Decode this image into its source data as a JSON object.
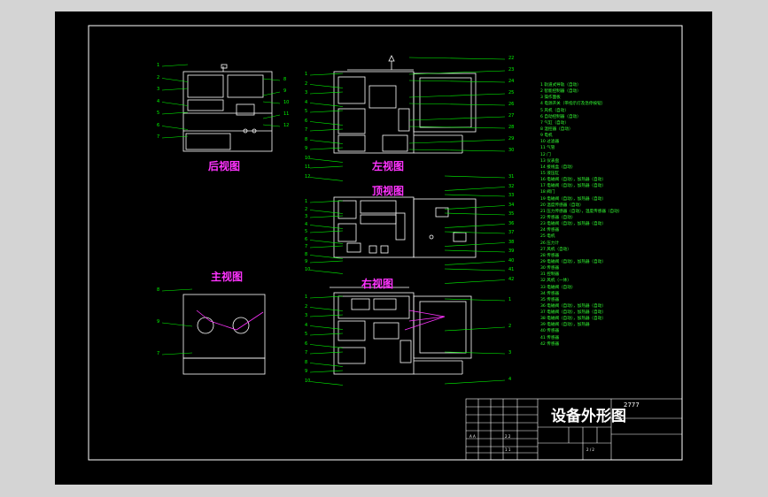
{
  "views": {
    "rear": "后视图",
    "left": "左视图",
    "top": "顶视图",
    "front": "主视图",
    "right": "右视图"
  },
  "title_block": {
    "title": "设备外形图",
    "code": "2777",
    "cell_a": "A A",
    "cell_b": "2 2",
    "cell_c": "1 1",
    "cell_d": "2 / 2"
  },
  "legend": [
    "1 轨道式导轨（自动）",
    "2 智能控制器（自动）",
    "3 操作面板",
    "4 电源开关（带指示灯及急停按钮）",
    "5 风机（自动）",
    "6 自动控制器（自动）",
    "7 气缸（自动）",
    "8 温控器（自动）",
    "9 电机",
    "10 过滤器",
    "11 气管",
    "12 门",
    "13 仪表盘",
    "14 接线盒（自动）",
    "15 液压缸",
    "16 电磁阀（自动），加热器（自动）",
    "17 电磁阀（自动），加热器（自动）",
    "18 阀门",
    "19 电磁阀（自动），加热器（自动）",
    "20 温度传感器（自动）",
    "21 压力传感器（自动），温度传感器（自动）",
    "22 传感器（自动）",
    "23 电磁阀（自动），加热器（自动）",
    "24 传感器",
    "25 电机",
    "26 压力计",
    "27 风机（自动）",
    "28 传感器",
    "29 电磁阀（自动），加热器（自动）",
    "30 传感器",
    "31 控制器",
    "32 风机（一体）",
    "33 电磁阀（自动）",
    "34 传感器",
    "35 传感器",
    "36 电磁阀（自动），加热器（自动）",
    "37 电磁阀（自动），加热器（自动）",
    "38 电磁阀（自动），加热器（自动）",
    "39 电磁阀（自动），加热器",
    "40 传感器",
    "41 传感器",
    "42 传感器"
  ],
  "callouts": {
    "rear_left": [
      "1",
      "2",
      "3",
      "4",
      "5",
      "6",
      "7"
    ],
    "rear_right": [
      "8",
      "9",
      "10",
      "11",
      "12"
    ],
    "left_left": [
      "1",
      "2",
      "3",
      "4",
      "5",
      "6",
      "7",
      "8",
      "9",
      "10",
      "11",
      "12"
    ],
    "left_right": [
      "22",
      "23",
      "24",
      "25",
      "26",
      "27",
      "28",
      "29",
      "30"
    ],
    "top_left": [
      "1",
      "2",
      "3",
      "4",
      "5",
      "6",
      "7",
      "8",
      "9",
      "10"
    ],
    "top_right": [
      "31",
      "32",
      "33",
      "34",
      "35",
      "36",
      "37",
      "38",
      "39",
      "40",
      "41",
      "42"
    ],
    "front_left": [
      "8",
      "9",
      "7"
    ],
    "right_left": [
      "1",
      "2",
      "3",
      "4",
      "5",
      "6",
      "7",
      "8",
      "9",
      "10"
    ],
    "right_right": [
      "1",
      "2",
      "3",
      "4"
    ]
  },
  "colors": {
    "background": "#000000",
    "frame": "#ffffff",
    "leader": "#00ff00",
    "title": "#ff33ff",
    "equipment": "#ffffff"
  }
}
